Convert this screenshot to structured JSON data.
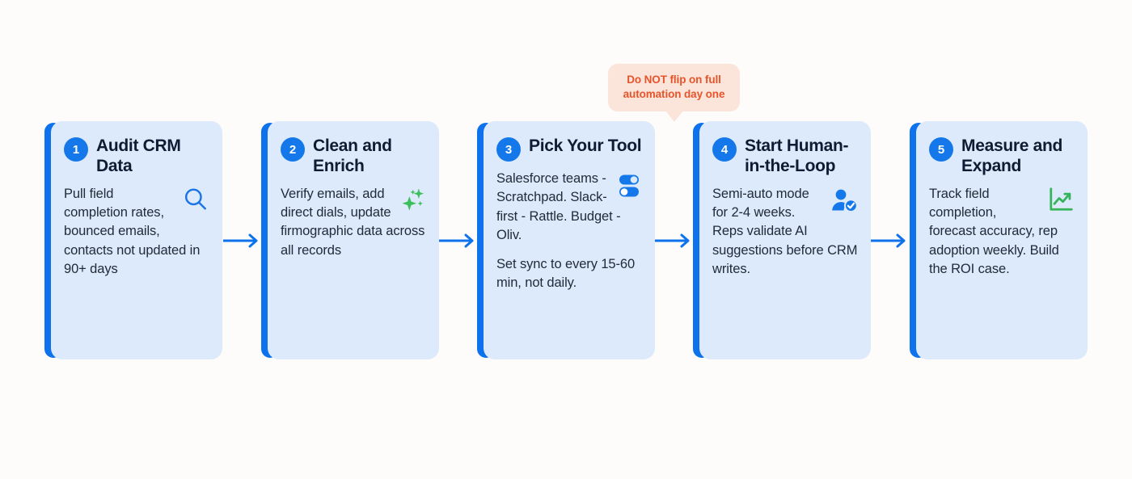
{
  "page": {
    "background_color": "#fdfcfa",
    "accent_color": "#0d72ec",
    "card_color": "#ddeafb",
    "title_color": "#0e1b33",
    "green_icon_color": "#35b45a",
    "callout_bg_color": "#fbe4da",
    "callout_text_color": "#e8542a"
  },
  "callout": {
    "line1": "Do NOT flip on full",
    "line2": "automation day one",
    "text": "Do NOT flip on full automation day one",
    "attached_to_step": 3
  },
  "steps": [
    {
      "number": "1",
      "title": "Audit CRM Data",
      "icon": "search-icon",
      "icon_color": "#1a73e8",
      "paragraphs": [
        "Pull field completion rates, bounced emails, contacts not updated in 90+ days"
      ]
    },
    {
      "number": "2",
      "title": "Clean and Enrich",
      "icon": "sparkles-icon",
      "icon_color": "#3bbf5c",
      "paragraphs": [
        "Verify emails, add direct dials, update firmographic data across all records"
      ]
    },
    {
      "number": "3",
      "title": "Pick Your Tool",
      "icon": "toggle-switches-icon",
      "icon_color": "#1478ea",
      "paragraphs": [
        "Salesforce teams - Scratchpad. Slack-first - Rattle. Budget - Oliv.",
        "Set sync to every 15-60 min, not daily."
      ]
    },
    {
      "number": "4",
      "title": "Start Human-in-the-Loop",
      "icon": "person-check-icon",
      "icon_color": "#1478ea",
      "paragraphs": [
        "Semi-auto mode for 2-4 weeks. Reps validate AI suggestions before CRM writes."
      ]
    },
    {
      "number": "5",
      "title": "Measure and Expand",
      "icon": "chart-line-up-icon",
      "icon_color": "#35b45a",
      "paragraphs": [
        "Track field completion, forecast accuracy, rep adoption weekly. Build the ROI case."
      ]
    }
  ],
  "connectors": [
    {
      "from": "1",
      "to": "2"
    },
    {
      "from": "2",
      "to": "3"
    },
    {
      "from": "3",
      "to": "4"
    },
    {
      "from": "4",
      "to": "5"
    }
  ]
}
